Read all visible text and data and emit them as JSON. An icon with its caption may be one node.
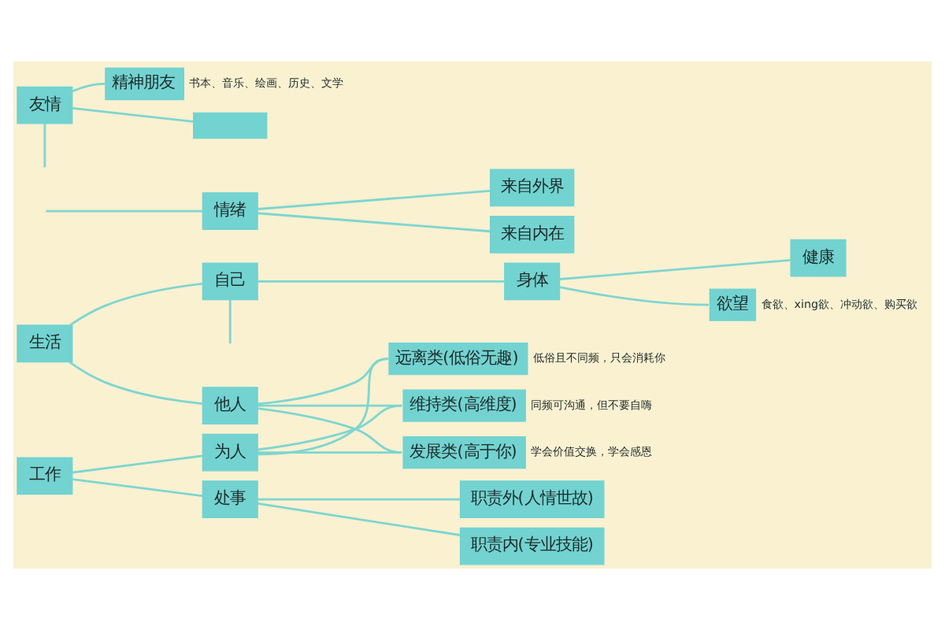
{
  "diagram": {
    "nodes": [
      {
        "text": [
          "生活"
        ]
      },
      {
        "text": [
          "自己"
        ]
      },
      {
        "text": [
          "情绪"
        ]
      },
      {
        "text": [
          "来自外界"
        ]
      },
      {
        "text": [
          "来自内在"
        ]
      },
      {
        "text": [
          "身体"
        ]
      },
      {
        "text": [
          "健康"
        ]
      },
      {
        "text": [
          "欲望"
        ],
        "beside": [
          "食欲、xing欲、冲动欲、购买欲"
        ]
      },
      {
        "text": [
          "他人"
        ]
      },
      {
        "text": [
          "远离类(低俗无趣)"
        ],
        "beside": [
          "低俗且不同频，只会消耗你"
        ]
      },
      {
        "text": [
          "维持类(高维度)"
        ],
        "beside": [
          "同频可沟通，但不要自嗨"
        ]
      },
      {
        "text": [
          "发展类(高于你)"
        ],
        "beside": [
          "学会价值交换，学会感恩"
        ]
      },
      {
        "text": [
          "工作"
        ]
      },
      {
        "text": [
          "为人"
        ]
      },
      {
        "text": [
          "处事"
        ]
      },
      {
        "text": [
          "职责内(专业技能)"
        ]
      },
      {
        "text": [
          "职责外(人情世故)"
        ]
      },
      {
        "text": [
          "精神朋友"
        ],
        "beside": [
          "书本、音乐、绘画、历史、文学"
        ]
      },
      {
        "text": [
          "友情"
        ]
      },
      {
        "text": [],
        "shape": "box"
      }
    ],
    "edges": [
      {
        "from": 0,
        "to": 1,
        "arrow": "none"
      },
      {
        "from": 0,
        "to": 8,
        "arrow": "none"
      },
      {
        "from": 1,
        "to": null,
        "arrow": "none"
      },
      {
        "from": null,
        "to": 2,
        "arrow": "none"
      },
      {
        "from": 2,
        "to": 3,
        "arrow": "none"
      },
      {
        "from": 2,
        "to": 4,
        "arrow": "none"
      },
      {
        "from": 1,
        "to": 5,
        "arrow": "none"
      },
      {
        "from": 5,
        "to": 6,
        "arrow": "none"
      },
      {
        "from": 5,
        "to": 7,
        "arrow": "none"
      },
      {
        "from": 8,
        "to": 9,
        "arrow": "none"
      },
      {
        "from": 8,
        "to": 10,
        "arrow": "none"
      },
      {
        "from": 8,
        "to": 11,
        "arrow": "none"
      },
      {
        "from": 13,
        "to": 9,
        "arrow": "none"
      },
      {
        "from": 13,
        "to": 10,
        "arrow": "none"
      },
      {
        "from": 13,
        "to": 11,
        "arrow": "none"
      },
      {
        "from": 12,
        "to": 13,
        "arrow": "none"
      },
      {
        "from": 12,
        "to": 14,
        "arrow": "none"
      },
      {
        "from": 14,
        "to": 15,
        "arrow": "none"
      },
      {
        "from": 14,
        "to": 16,
        "arrow": "none"
      },
      {
        "from": 18,
        "to": 17,
        "arrow": "none"
      },
      {
        "from": 18,
        "to": 19,
        "arrow": "none"
      },
      {
        "from": 18,
        "to": null,
        "arrow": "none"
      }
    ]
  }
}
